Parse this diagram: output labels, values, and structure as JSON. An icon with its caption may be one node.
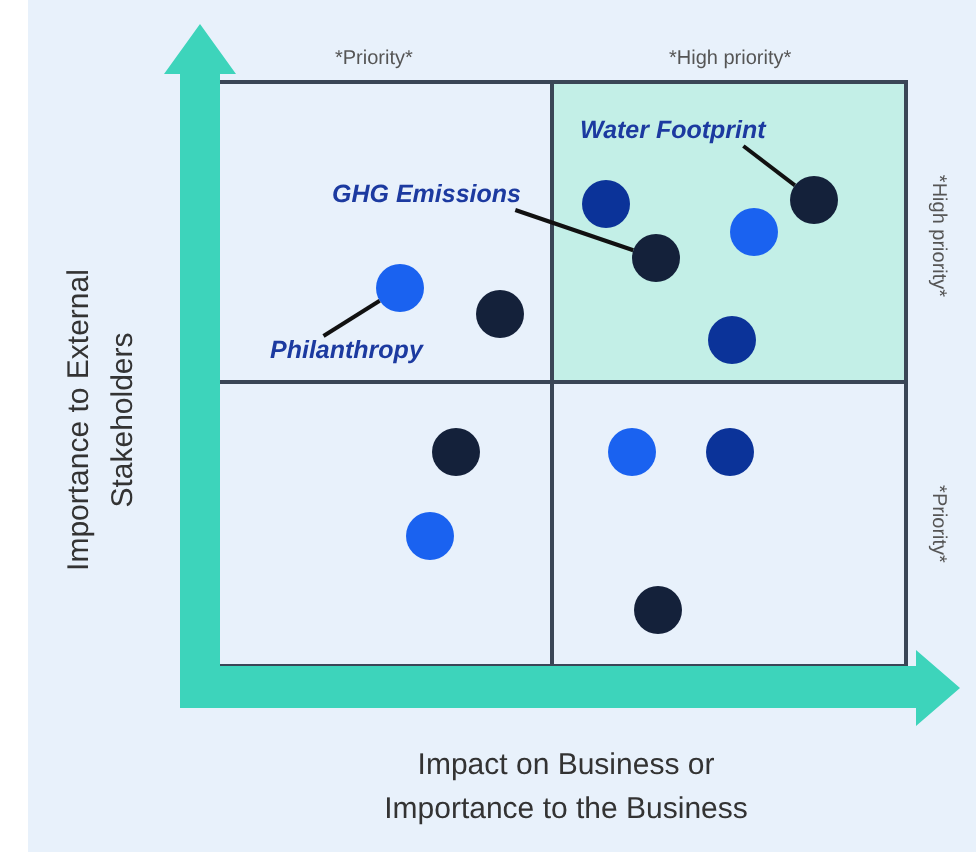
{
  "diagram": {
    "nodes": [
      {
        "text": [
          "Water Footprint"
        ]
      },
      {
        "text": [
          "GHG Emissions"
        ]
      },
      {
        "text": [
          "Philanthropy"
        ]
      },
      {
        "text": [],
        "shape": "circle"
      },
      {
        "text": [],
        "shape": "circle"
      },
      {
        "text": [],
        "shape": "circle"
      },
      {
        "text": [],
        "shape": "circle"
      },
      {
        "text": [],
        "shape": "circle"
      },
      {
        "text": [],
        "shape": "circle"
      },
      {
        "text": [],
        "shape": "circle"
      },
      {
        "text": [],
        "shape": "circle"
      },
      {
        "text": [],
        "shape": "circle"
      },
      {
        "text": [],
        "shape": "circle"
      },
      {
        "text": [],
        "shape": "circle"
      },
      {
        "text": [],
        "shape": "circle"
      }
    ],
    "edges": [
      {
        "from": 0,
        "to": 14,
        "arrow": "none"
      },
      {
        "from": 1,
        "to": 9,
        "arrow": "none"
      },
      {
        "from": 2,
        "to": 3,
        "arrow": "none"
      }
    ],
    "labels": [
      "*Priority*",
      "*High priority*",
      "*High priority*",
      "*Priority*",
      "Importance to External Stakeholders",
      "Impact on Business or Importance to the Business"
    ]
  }
}
